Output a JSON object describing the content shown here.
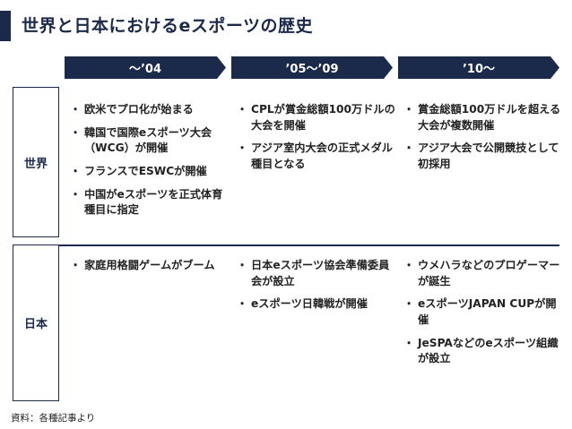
{
  "title": "世界と日本におけるeスポーツの歴史",
  "periods": [
    "～’04",
    "’05～’09",
    "’10～"
  ],
  "rows": [
    {
      "label": "世界",
      "cells": [
        [
          "欧米でプロ化が始まる",
          "韓国で国際eスポーツ大会（WCG）が開催",
          "フランスでESWCが開催",
          "中国がeスポーツを正式体育種目に指定"
        ],
        [
          "CPLが賞金総額100万ドルの大会を開催",
          "アジア室内大会の正式メダル種目となる"
        ],
        [
          "賞金総額100万ドルを超える大会が複数開催",
          "アジア大会で公開競技として初採用"
        ]
      ]
    },
    {
      "label": "日本",
      "cells": [
        [
          "家庭用格闘ゲームがブーム"
        ],
        [
          "日本eスポーツ協会準備委員会が設立",
          "eスポーツ日韓戦が開催"
        ],
        [
          "ウメハラなどのプロゲーマーが誕生",
          "eスポーツJAPAN CUPが開催",
          "JeSPAなどのeスポーツ組織が設立"
        ]
      ]
    }
  ],
  "source": "資料：各種記事より",
  "colors": {
    "navy": "#1b2a4a"
  }
}
